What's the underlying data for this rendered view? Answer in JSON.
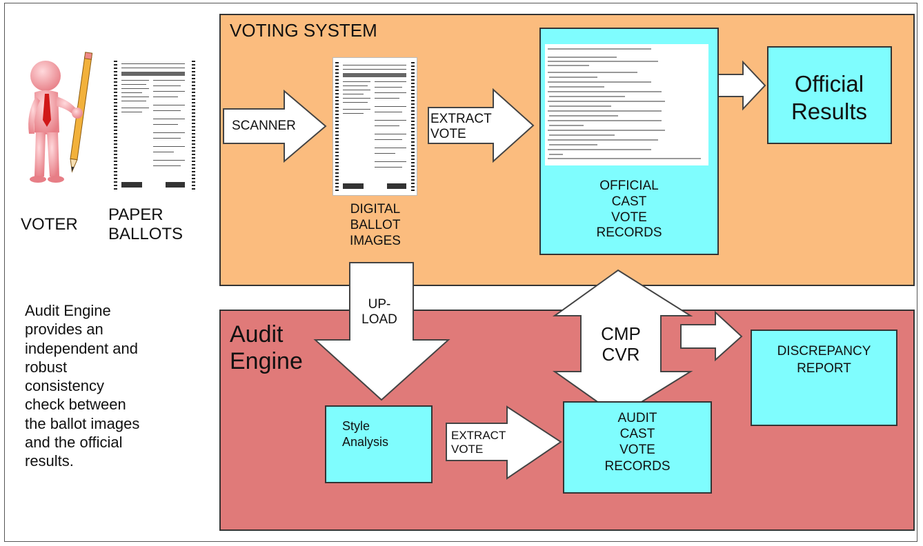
{
  "voter_label": "VOTER",
  "paper_ballots_label": [
    "PAPER",
    "BALLOTS"
  ],
  "voting_system_title": "VOTING SYSTEM",
  "scanner_label": "SCANNER",
  "digital_ballot_images_label": [
    "DIGITAL",
    "BALLOT",
    "IMAGES"
  ],
  "extract_vote_label_1": [
    "EXTRACT",
    "VOTE"
  ],
  "official_cvr_label": [
    "OFFICIAL",
    "CAST",
    "VOTE",
    "RECORDS"
  ],
  "official_results_label": [
    "Official",
    "Results"
  ],
  "upload_label": [
    "UP-",
    "LOAD"
  ],
  "audit_engine_title": [
    "Audit",
    "Engine"
  ],
  "cmp_cvr_label": [
    "CMP",
    "CVR"
  ],
  "discrepancy_label": [
    "DISCREPANCY",
    "REPORT"
  ],
  "style_analysis_label": [
    "Style",
    "Analysis"
  ],
  "extract_vote_label_2": [
    "EXTRACT",
    "VOTE"
  ],
  "audit_cvr_label": [
    "AUDIT",
    "CAST",
    "VOTE",
    "RECORDS"
  ],
  "description_text": [
    "Audit Engine",
    "provides an",
    "independent and",
    "robust",
    "consistency",
    "check between",
    "the ballot images",
    "and the official",
    "results."
  ],
  "colors": {
    "voting_system_fill": "#fbbc7e",
    "audit_engine_fill": "#e07a79",
    "box_fill": "#7ffdfe",
    "arrow_fill": "#ffffff"
  },
  "icons": [
    "voter-figure-icon",
    "paper-ballot-icon",
    "digital-ballot-icon",
    "cvr-document-icon"
  ]
}
